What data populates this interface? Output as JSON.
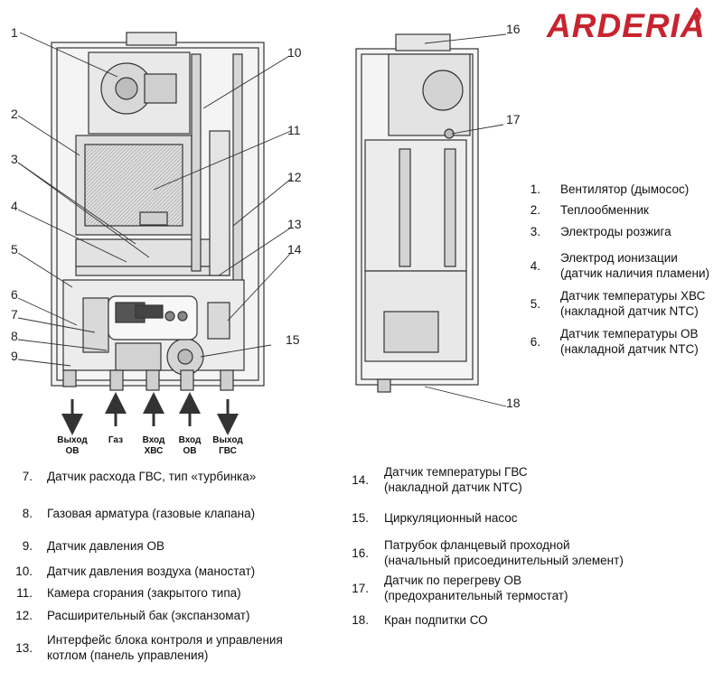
{
  "brand": {
    "name": "ARDERIA",
    "accent": "#c8242f"
  },
  "callouts_front": [
    "1",
    "2",
    "3",
    "4",
    "5",
    "6",
    "7",
    "8",
    "9",
    "10",
    "11",
    "12",
    "13",
    "14",
    "15"
  ],
  "callouts_side": [
    "16",
    "17",
    "18"
  ],
  "connections": [
    {
      "line1": "Выход",
      "line2": "ОВ",
      "direction": "down"
    },
    {
      "line1": "Газ",
      "line2": "",
      "direction": "up"
    },
    {
      "line1": "Вход",
      "line2": "ХВС",
      "direction": "up"
    },
    {
      "line1": "Вход",
      "line2": "ОВ",
      "direction": "up"
    },
    {
      "line1": "Выход",
      "line2": "ГВС",
      "direction": "down"
    }
  ],
  "legend_right": [
    {
      "num": "1.",
      "text1": "Вентилятор (дымосос)",
      "text2": ""
    },
    {
      "num": "2.",
      "text1": "Теплообменник",
      "text2": ""
    },
    {
      "num": "3.",
      "text1": "Электроды розжига",
      "text2": ""
    },
    {
      "num": "4.",
      "text1": "Электрод ионизации",
      "text2": "(датчик наличия пламени)"
    },
    {
      "num": "5.",
      "text1": "Датчик температуры ХВС",
      "text2": "(накладной датчик NTC)"
    },
    {
      "num": "6.",
      "text1": "Датчик температуры ОВ",
      "text2": "(накладной датчик NTC)"
    }
  ],
  "legend_left": [
    {
      "num": "7.",
      "text1": "Датчик расхода ГВС, тип «турбинка»",
      "text2": ""
    },
    {
      "num": "8.",
      "text1": "Газовая арматура (газовые клапана)",
      "text2": ""
    },
    {
      "num": "9.",
      "text1": "Датчик давления ОВ",
      "text2": ""
    },
    {
      "num": "10.",
      "text1": "Датчик давления воздуха (маностат)",
      "text2": ""
    },
    {
      "num": "11.",
      "text1": "Камера сгорания (закрытого типа)",
      "text2": ""
    },
    {
      "num": "12.",
      "text1": "Расширительный бак (экспанзомат)",
      "text2": ""
    },
    {
      "num": "13.",
      "text1": "Интерфейс блока контроля и управления",
      "text2": "котлом (панель управления)"
    }
  ],
  "legend_mid": [
    {
      "num": "14.",
      "text1": "Датчик температуры ГВС",
      "text2": "(накладной датчик NTC)"
    },
    {
      "num": "15.",
      "text1": "Циркуляционный насос",
      "text2": ""
    },
    {
      "num": "16.",
      "text1": "Патрубок фланцевый проходной",
      "text2": "(начальный присоединительный элемент)"
    },
    {
      "num": "17.",
      "text1": "Датчик по перегреву ОВ",
      "text2": "(предохранительный термостат)"
    },
    {
      "num": "18.",
      "text1": "Кран подпитки СО",
      "text2": ""
    }
  ]
}
